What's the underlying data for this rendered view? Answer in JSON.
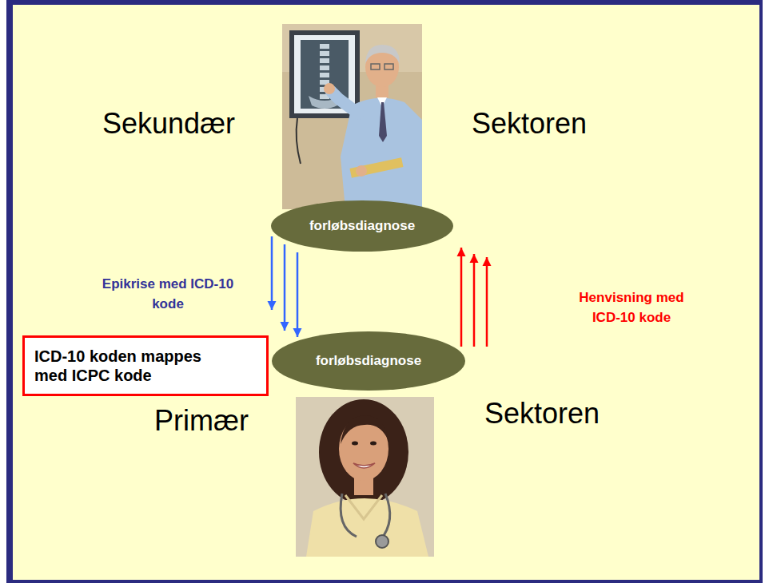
{
  "diagram": {
    "nodes": [
      {
        "text": [
          "forløbsdiagnose"
        ]
      },
      {
        "text": [
          "forløbsdiagnose"
        ]
      },
      {
        "text": [
          "ICD-10 koden mappes med ICPC kode"
        ]
      }
    ],
    "edges": [
      {
        "from": 0,
        "to": 1,
        "arrow": "to",
        "label": "Epikrise med ICD-10 kode"
      },
      {
        "from": 0,
        "to": 1,
        "arrow": "to"
      },
      {
        "from": 0,
        "to": 1,
        "arrow": "to"
      },
      {
        "from": 1,
        "to": 0,
        "arrow": "to"
      },
      {
        "from": 1,
        "to": 0,
        "arrow": "to"
      },
      {
        "from": 1,
        "to": 0,
        "arrow": "to",
        "label": "Henvisning med ICD-10 kode"
      }
    ],
    "labels": [
      "Sekundær",
      "Sektoren",
      "Primær",
      "Sektoren"
    ]
  }
}
